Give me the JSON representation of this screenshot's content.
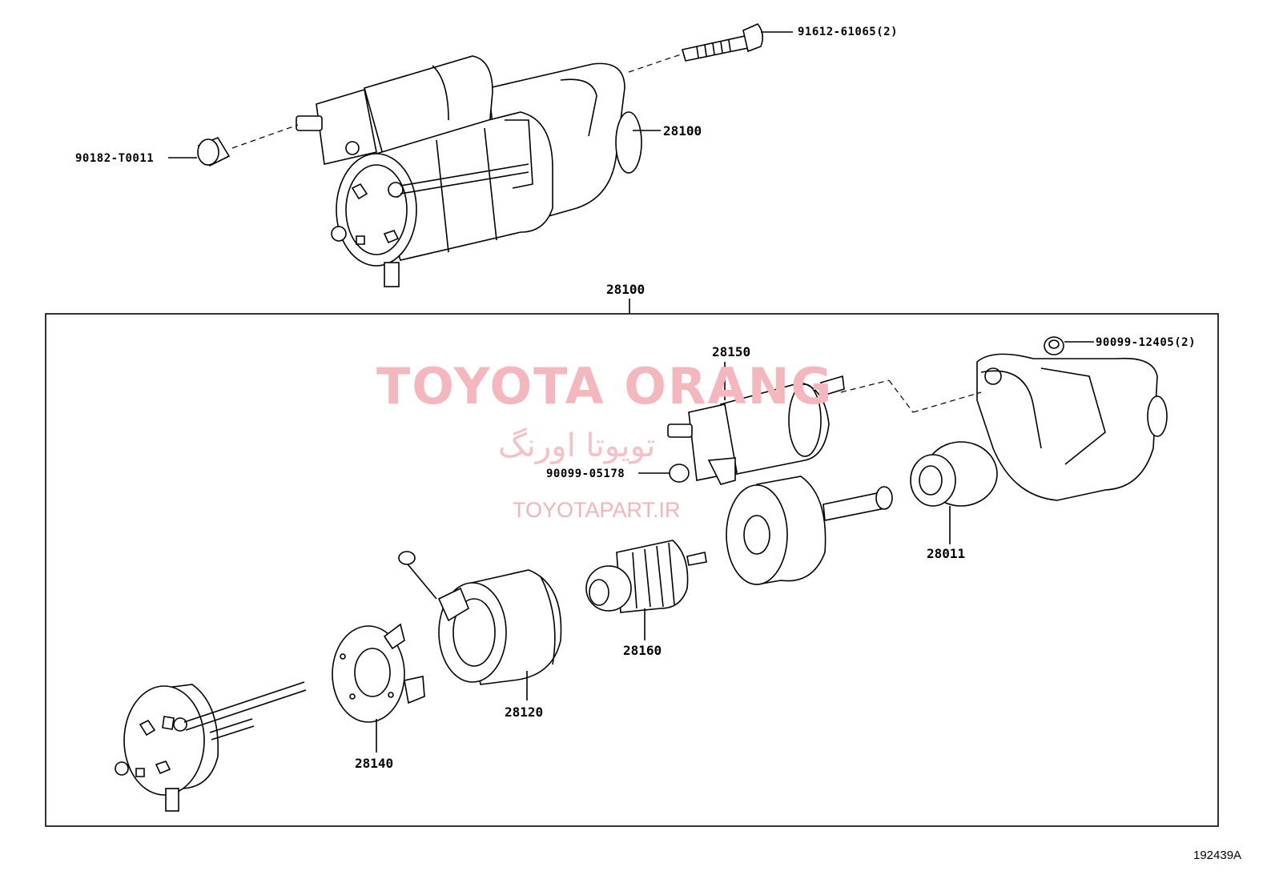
{
  "diagram": {
    "id_code": "192439A",
    "callouts": {
      "bolt": "91612-61065(2)",
      "starter_top": "28100",
      "nut_left": "90182-T0011",
      "assembly": "28100",
      "solenoid": "28150",
      "nut_right": "90099-12405(2)",
      "solenoid_nut": "90099-05178",
      "clutch": "28011",
      "armature": "28160",
      "yoke": "28120",
      "brush_holder": "28140"
    }
  },
  "watermark": {
    "brand": "TOYOTA ORANG",
    "brand_fa": "تویوتا اورنگ",
    "site": "TOYOTAPART.IR"
  },
  "colors": {
    "watermark": "#f4b7bd",
    "line": "#000000"
  }
}
